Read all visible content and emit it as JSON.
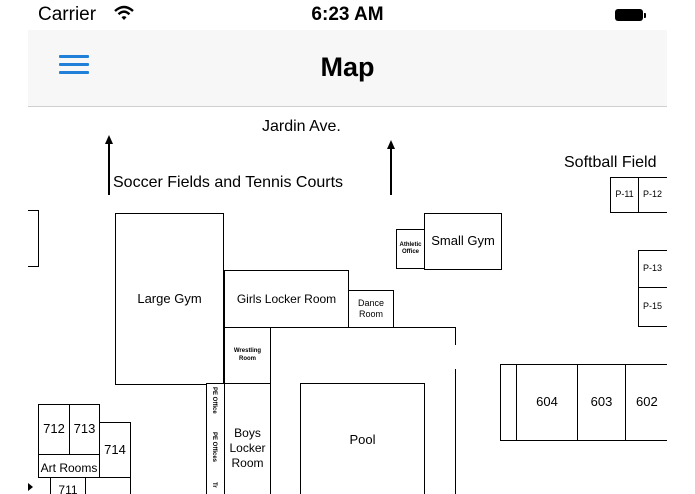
{
  "status_bar": {
    "carrier": "Carrier",
    "time": "6:23 AM",
    "icons": [
      "wifi-icon",
      "battery-icon"
    ]
  },
  "nav_bar": {
    "title": "Map",
    "menu_icon": "hamburger-menu-icon",
    "accent_color": "#1f7fd9"
  },
  "map": {
    "street": "Jardin Ave.",
    "soccer": "Soccer Fields and Tennis Courts",
    "softball": "Softball Field",
    "large_gym": "Large Gym",
    "small_gym": "Small Gym",
    "athletic_office": "Athletic Office",
    "girls_locker": "Girls Locker Room",
    "dance_room": "Dance Room",
    "wrestling_room": "Wrestling Room",
    "boys_locker": "Boys Locker Room",
    "pe_office_1": "PE Office",
    "pe_office_2": "PE Offices",
    "tr": "Tr",
    "pool": "Pool",
    "p11": "P-11",
    "p12": "P-12",
    "p13": "P-13",
    "p15": "P-15",
    "r604": "604",
    "r603": "603",
    "r602": "602",
    "r712": "712",
    "r713": "713",
    "r714": "714",
    "r711": "711",
    "art_rooms": "Art Rooms"
  }
}
